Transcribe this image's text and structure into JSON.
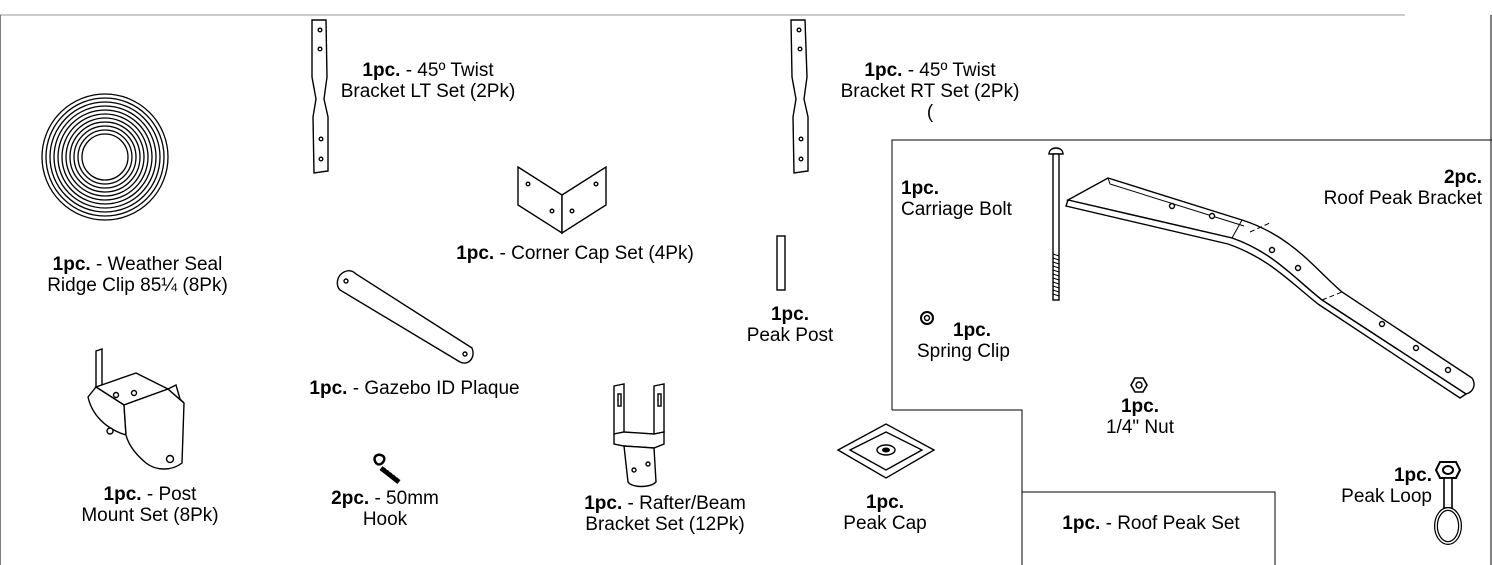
{
  "parts": {
    "weather_seal": {
      "qty": "1pc.",
      "line1": " - Weather Seal",
      "line2": "Ridge Clip 85¼ (8Pk)"
    },
    "twist_lt": {
      "qty": "1pc.",
      "line1": " - 45º Twist",
      "line2": "Bracket LT Set (2Pk)"
    },
    "twist_rt": {
      "qty": "1pc.",
      "line1": " - 45º Twist",
      "line2": "Bracket RT Set (2Pk)",
      "line3": "("
    },
    "corner_cap": {
      "qty": "1pc.",
      "line1": " - Corner Cap Set (4Pk)"
    },
    "gazebo_plaque": {
      "qty": "1pc.",
      "line1": " - Gazebo ID Plaque"
    },
    "peak_post": {
      "qty": "1pc.",
      "line2": "Peak Post"
    },
    "post_mount": {
      "qty": "1pc.",
      "line1": " - Post",
      "line2": "Mount Set (8Pk)"
    },
    "hook": {
      "qty": "2pc.",
      "line1": " - 50mm",
      "line2": "Hook"
    },
    "rafter_bracket": {
      "qty": "1pc.",
      "line1": " - Rafter/Beam",
      "line2": "Bracket Set (12Pk)"
    },
    "peak_cap": {
      "qty": "1pc.",
      "line2": "Peak Cap"
    },
    "carriage_bolt": {
      "qty": "1pc.",
      "line2": "Carriage Bolt"
    },
    "roof_peak_bracket": {
      "qty": "2pc.",
      "line2": "Roof Peak Bracket"
    },
    "spring_clip": {
      "qty": "1pc.",
      "line2": "Spring Clip"
    },
    "nut": {
      "qty": "1pc.",
      "line2": "1/4\" Nut"
    },
    "peak_loop": {
      "qty": "1pc.",
      "line2": "Peak Loop"
    },
    "roof_peak_set": {
      "qty": "1pc.",
      "line1": " - Roof Peak Set"
    }
  }
}
